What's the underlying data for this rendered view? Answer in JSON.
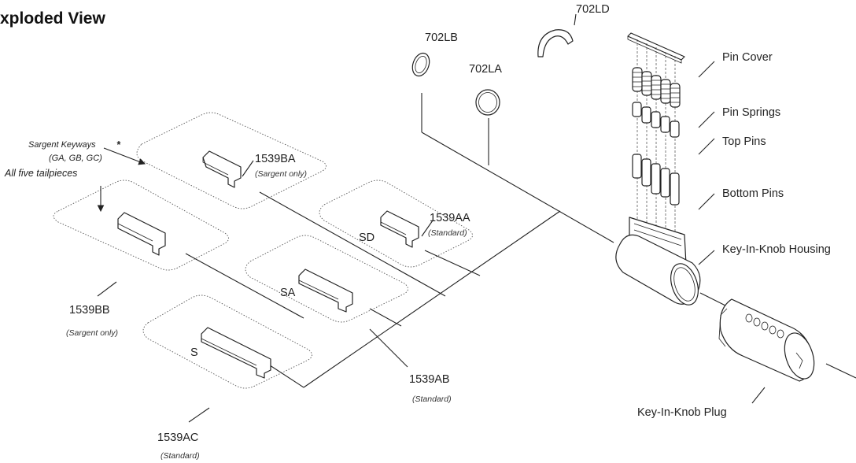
{
  "title": "xploded View",
  "keyways_note": {
    "line1": "Sargent Keyways",
    "star": "*",
    "line2": "(GA, GB, GC)",
    "line3": "All five tailpieces"
  },
  "parts": {
    "p702LB": "702LB",
    "p702LA": "702LA",
    "p702LD": "702LD",
    "pin_cover": "Pin Cover",
    "pin_springs": "Pin Springs",
    "top_pins": "Top Pins",
    "bottom_pins": "Bottom Pins",
    "housing": "Key-In-Knob Housing",
    "plug": "Key-In-Knob Plug"
  },
  "tailpieces": {
    "ba": {
      "code": "1539BA",
      "note": "(Sargent only)"
    },
    "bb": {
      "code": "1539BB",
      "note": "(Sargent only)"
    },
    "aa": {
      "code": "1539AA",
      "note": "(Standard)",
      "keyway": "SD"
    },
    "ab": {
      "code": "1539AB",
      "note": "(Standard)",
      "keyway": "SA"
    },
    "ac": {
      "code": "1539AC",
      "note": "(Standard)",
      "keyway": "S"
    }
  }
}
